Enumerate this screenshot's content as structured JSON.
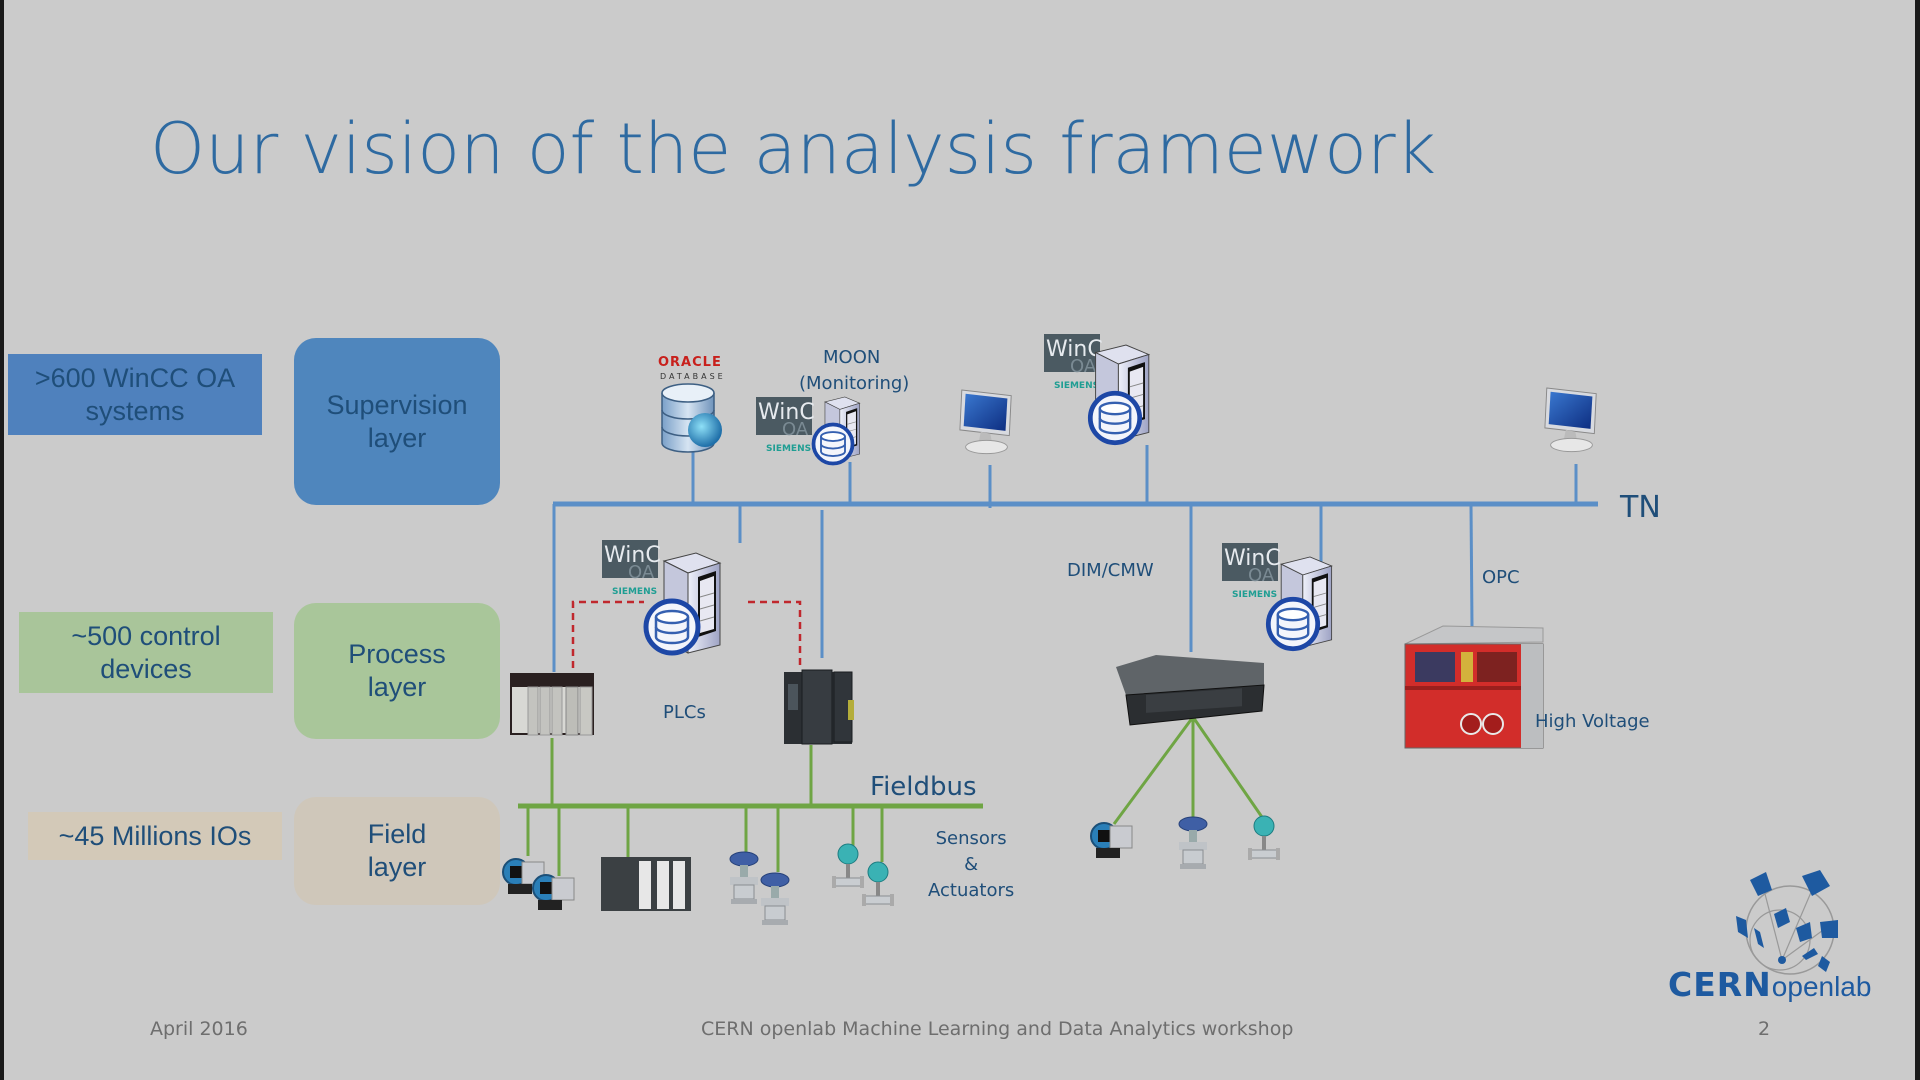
{
  "slide": {
    "title": "Our vision of the analysis framework",
    "footer_date": "April 2016",
    "footer_event": "CERN openlab Machine Learning and Data Analytics workshop",
    "page_number": "2"
  },
  "stats": [
    {
      "text": ">600 WinCC OA systems",
      "line1": ">600 WinCC OA",
      "line2": "systems",
      "color": "#4f81bd"
    },
    {
      "text": "~500 control devices",
      "line1": "~500 control",
      "line2": "devices",
      "color": "#a9c59a"
    },
    {
      "text": "~45 Millions IOs",
      "line1": "~45 Millions IOs",
      "color": "#d3c9b8"
    }
  ],
  "layers": [
    {
      "line1": "Supervision",
      "line2": "layer",
      "color": "#4f86bd"
    },
    {
      "line1": "Process",
      "line2": "layer",
      "color": "#a9c69a"
    },
    {
      "line1": "Field",
      "line2": "layer",
      "color": "#cfc7ba"
    }
  ],
  "labels": {
    "oracle": "ORACLE",
    "oracle_sub": "DATABASE",
    "moon": "MOON",
    "moon_sub": "(Monitoring)",
    "tn": "TN",
    "dim_cmw": "DIM/CMW",
    "opc": "OPC",
    "plcs": "PLCs",
    "high_voltage": "High Voltage",
    "fieldbus": "Fieldbus",
    "sensors": "Sensors",
    "amp": "&",
    "actuators": "Actuators",
    "wincc_win": "WinC",
    "wincc_oa": "OA",
    "siemens": "SIEMENS"
  },
  "logo": {
    "cern": "CERN",
    "openlab": "openlab"
  },
  "colors": {
    "background": "#cbcbcb",
    "title": "#2e6aa1",
    "text": "#1f4e79",
    "tn_bus": "#5b8fc7",
    "fieldbus": "#6fa544",
    "dashed_link": "#c0272d"
  }
}
